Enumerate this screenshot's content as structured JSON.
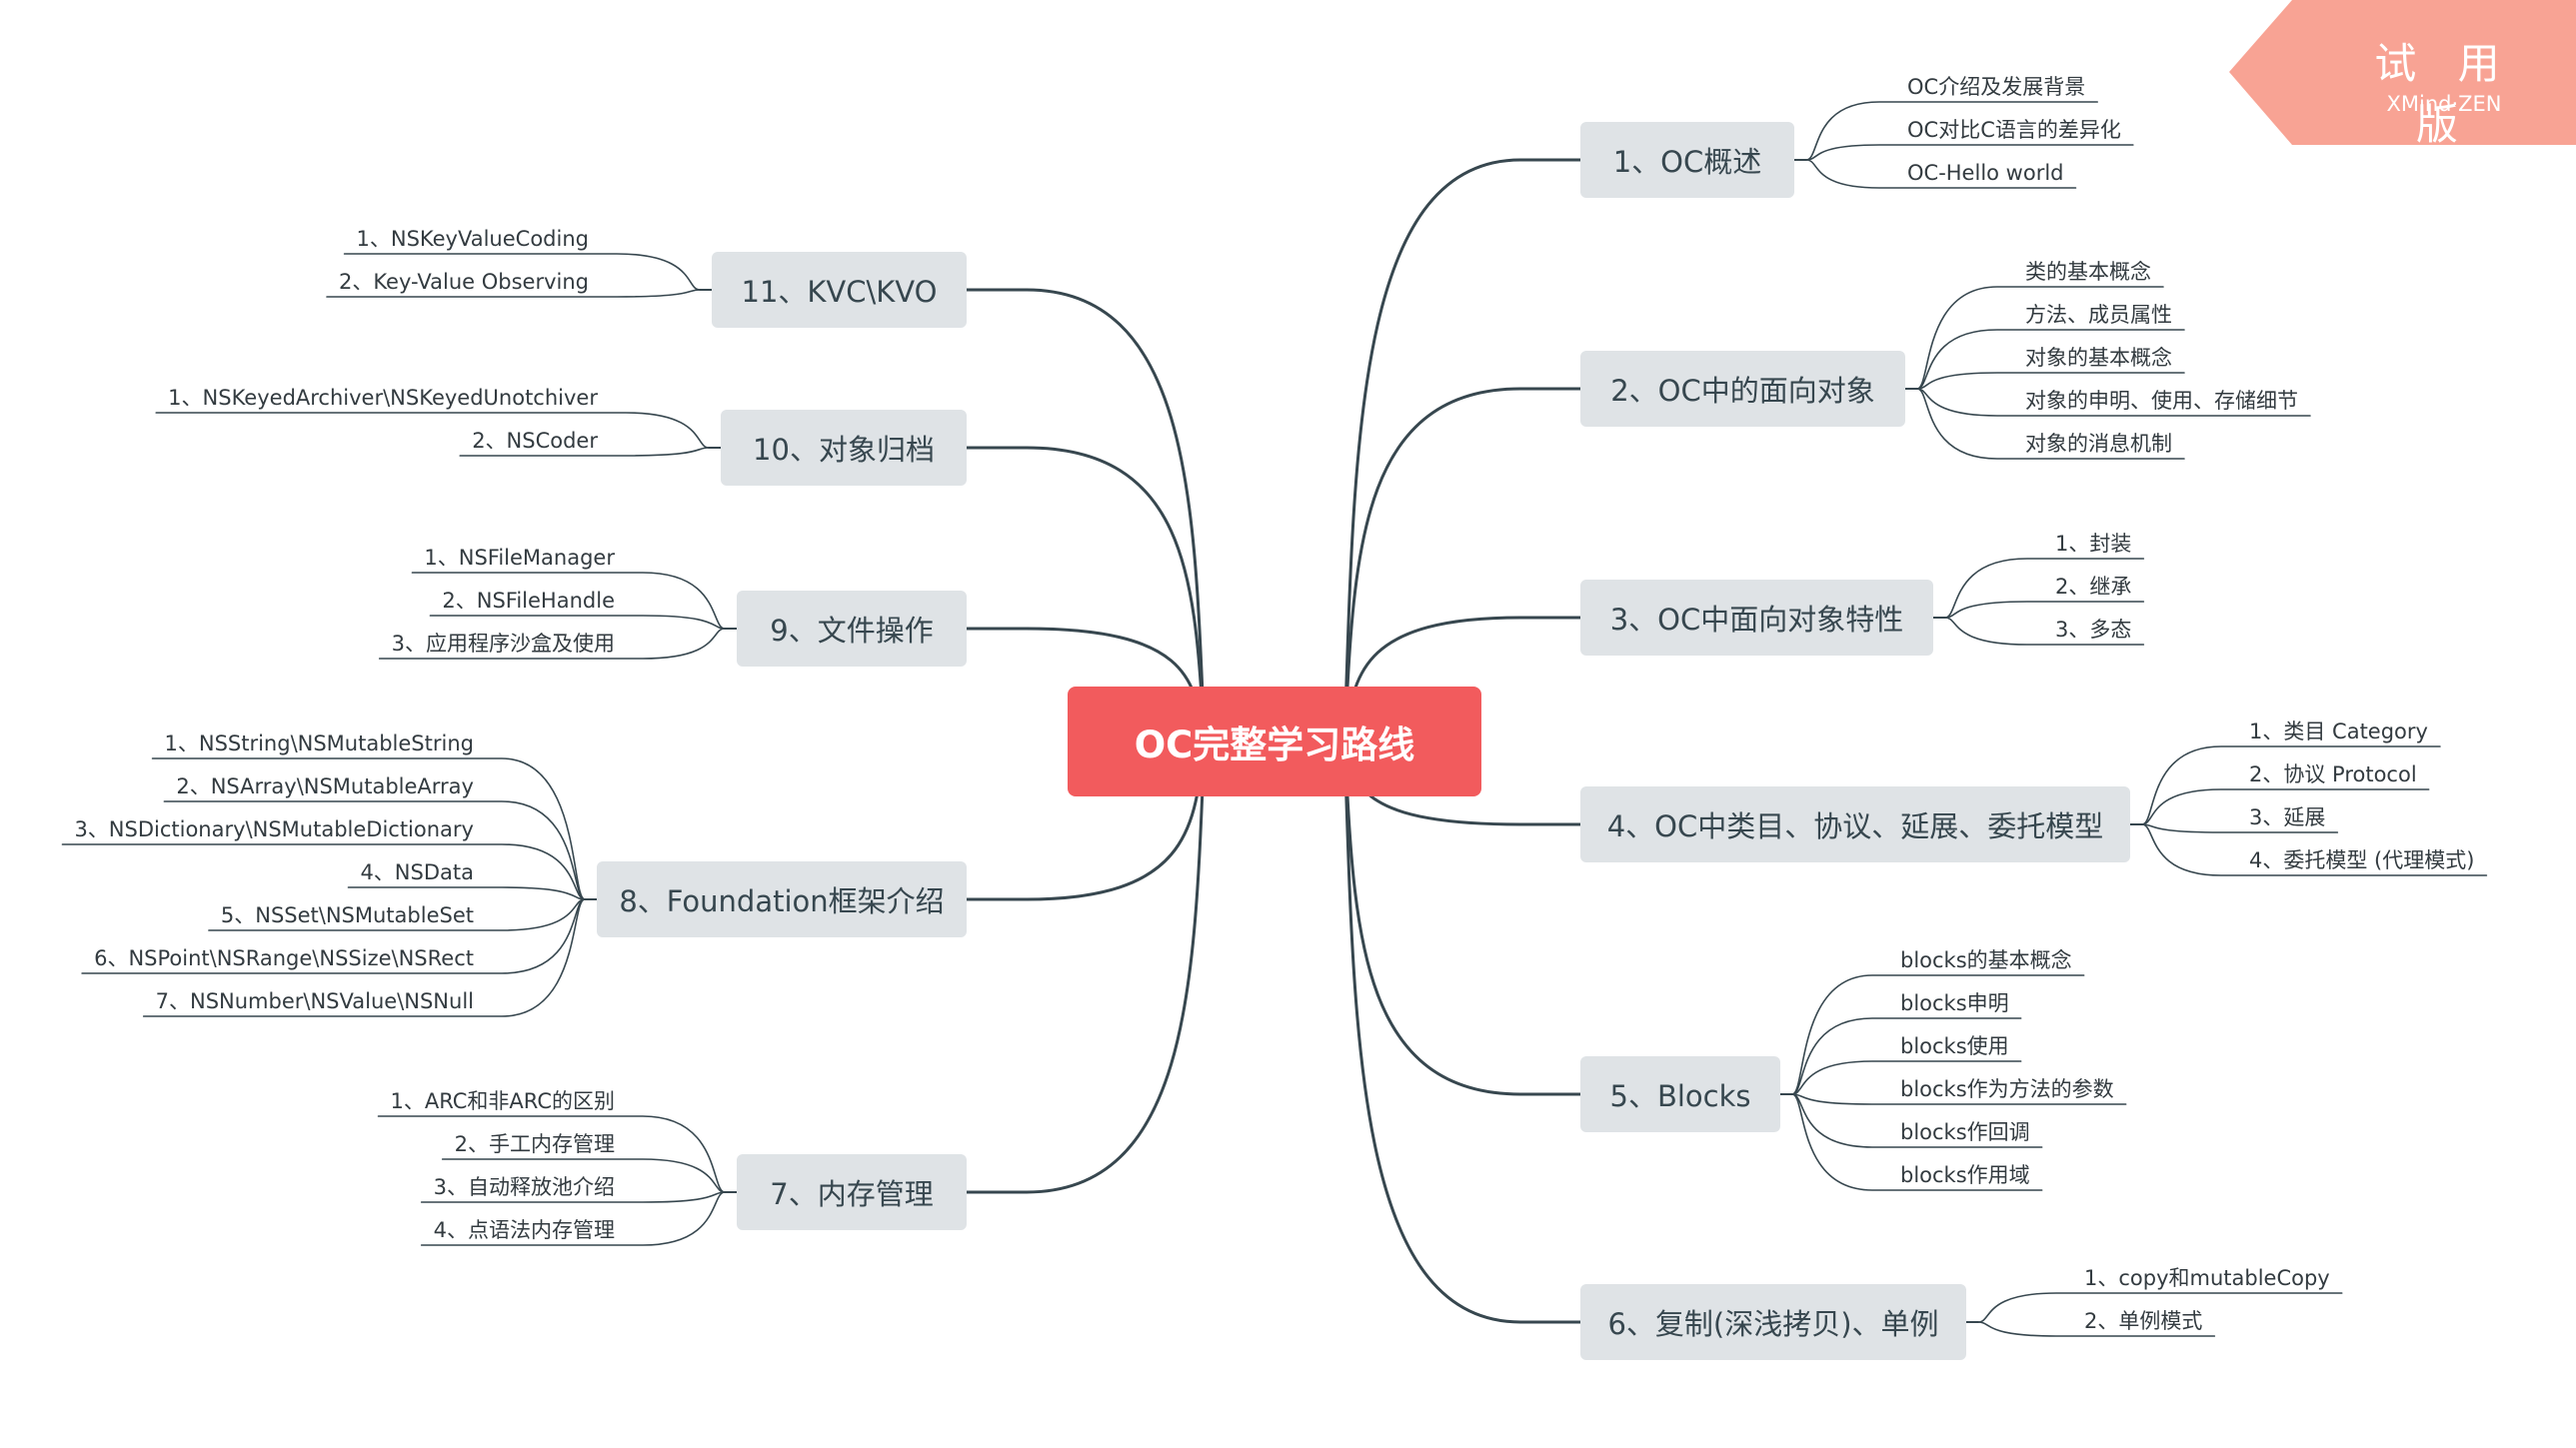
{
  "root": "OC完整学习路线",
  "watermark": {
    "title": "试 用 版",
    "subtitle": "XMind·ZEN"
  },
  "colors": {
    "root": "#f25b5d",
    "topic": "#dfe3e6",
    "line": "#37474f",
    "badge": "#f8a394"
  },
  "branches": [
    {
      "label": "1、OC概述",
      "side": "right",
      "items": [
        "OC介绍及发展背景",
        "OC对比C语言的差异化",
        "OC-Hello world"
      ]
    },
    {
      "label": "2、OC中的面向对象",
      "side": "right",
      "items": [
        "类的基本概念",
        "方法、成员属性",
        "对象的基本概念",
        "对象的申明、使用、存储细节",
        "对象的消息机制"
      ]
    },
    {
      "label": "3、OC中面向对象特性",
      "side": "right",
      "items": [
        "1、封装",
        "2、继承",
        "3、多态"
      ]
    },
    {
      "label": "4、OC中类目、协议、延展、委托模型",
      "side": "right",
      "items": [
        "1、类目 Category",
        "2、协议 Protocol",
        "3、延展",
        "4、委托模型 (代理模式)"
      ]
    },
    {
      "label": "5、Blocks",
      "side": "right",
      "items": [
        "blocks的基本概念",
        "blocks申明",
        "blocks使用",
        "blocks作为方法的参数",
        "blocks作回调",
        "blocks作用域"
      ]
    },
    {
      "label": "6、复制(深浅拷贝)、单例",
      "side": "right",
      "items": [
        "1、copy和mutableCopy",
        "2、单例模式"
      ]
    },
    {
      "label": "7、内存管理",
      "side": "left",
      "items": [
        "1、ARC和非ARC的区别",
        "2、手工内存管理",
        "3、自动释放池介绍",
        "4、点语法内存管理"
      ]
    },
    {
      "label": "8、Foundation框架介绍",
      "side": "left",
      "items": [
        "1、NSString\\NSMutableString",
        "2、NSArray\\NSMutableArray",
        "3、NSDictionary\\NSMutableDictionary",
        "4、NSData",
        "5、NSSet\\NSMutableSet",
        "6、NSPoint\\NSRange\\NSSize\\NSRect",
        "7、NSNumber\\NSValue\\NSNull"
      ]
    },
    {
      "label": "9、文件操作",
      "side": "left",
      "items": [
        "1、NSFileManager",
        "2、NSFileHandle",
        "3、应用程序沙盒及使用"
      ]
    },
    {
      "label": "10、对象归档",
      "side": "left",
      "items": [
        "1、NSKeyedArchiver\\NSKeyedUnotchiver",
        "2、NSCoder"
      ]
    },
    {
      "label": "11、KVC\\KVO",
      "side": "left",
      "items": [
        "1、NSKeyValueCoding",
        "2、Key-Value Observing"
      ]
    }
  ]
}
